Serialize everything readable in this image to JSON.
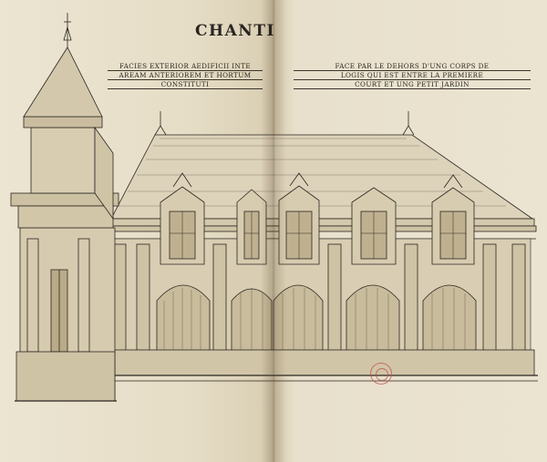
{
  "plate": {
    "title": "CHANTI",
    "caption_latin": [
      "FACIES EXTERIOR AEDIFICII INTE",
      "AREAM ANTERIOREM ET HORTUM",
      "CONSTITUTI"
    ],
    "caption_french": [
      "FACE PAR LE DEHORS D'UNG CORPS DE",
      "LOGIS QUI EST ENTRE LA PREMIERE",
      "COURT ET UNG PETIT JARDIN"
    ]
  },
  "colors": {
    "paper": "#e7dfca",
    "ink": "#2b2620",
    "stamp": "#c0524f"
  }
}
